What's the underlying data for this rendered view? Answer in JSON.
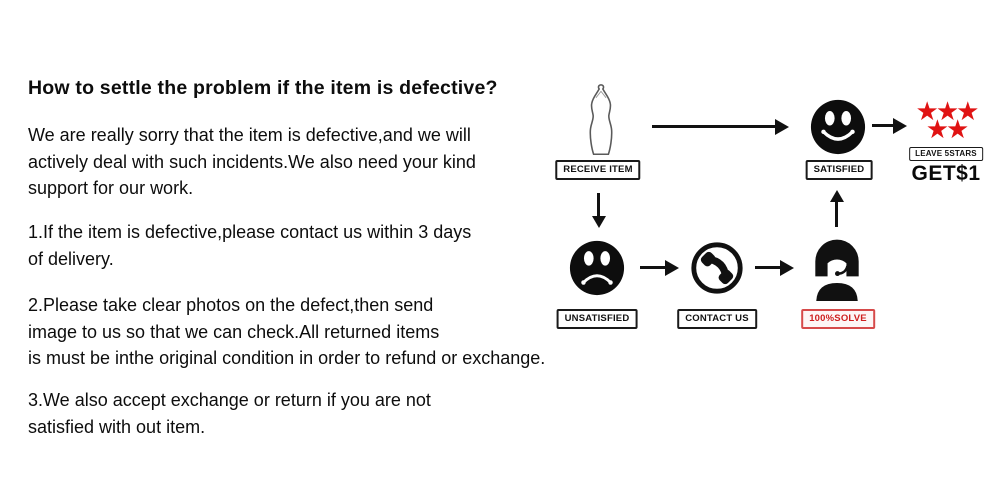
{
  "intro": {
    "title": "How to settle the problem if the item is defective?",
    "paragraph": "We are really sorry that the item is defective,and we will\nactively deal with such incidents.We also need your kind\nsupport for our work."
  },
  "points": [
    {
      "text": "1.If the item is defective,please contact us within 3 days\nof delivery."
    },
    {
      "text": "2.Please take clear photos on the defect,then send\nimage to us so that we can check.All returned items\nis must be inthe original condition in order to refund or exchange."
    },
    {
      "text": "3.We also accept exchange or return if you are not\nsatisfied with out item."
    }
  ],
  "flowchart": {
    "nodes": {
      "receive": {
        "label": "RECEIVE ITEM",
        "icon": "dress-icon"
      },
      "satisfied": {
        "label": "SATISFIED",
        "icon": "smiley-face-icon"
      },
      "reward": {
        "label": "LEAVE 5STARS",
        "sublabel": "GET$1",
        "icon": "five-stars-icon",
        "star_count": 5,
        "stars_row1": "★★★",
        "stars_row2": "★★",
        "star_color": "#e01313"
      },
      "unsatisfied": {
        "label": "UNSATISFIED",
        "icon": "sad-face-icon"
      },
      "contact": {
        "label": "CONTACT US",
        "icon": "phone-icon"
      },
      "solve": {
        "label": "100%SOLVE",
        "icon": "customer-service-icon",
        "label_color": "#ce1f1f"
      }
    }
  },
  "colors": {
    "text": "#0d0d0d",
    "accent_red": "#e01313",
    "line": "#111111"
  }
}
